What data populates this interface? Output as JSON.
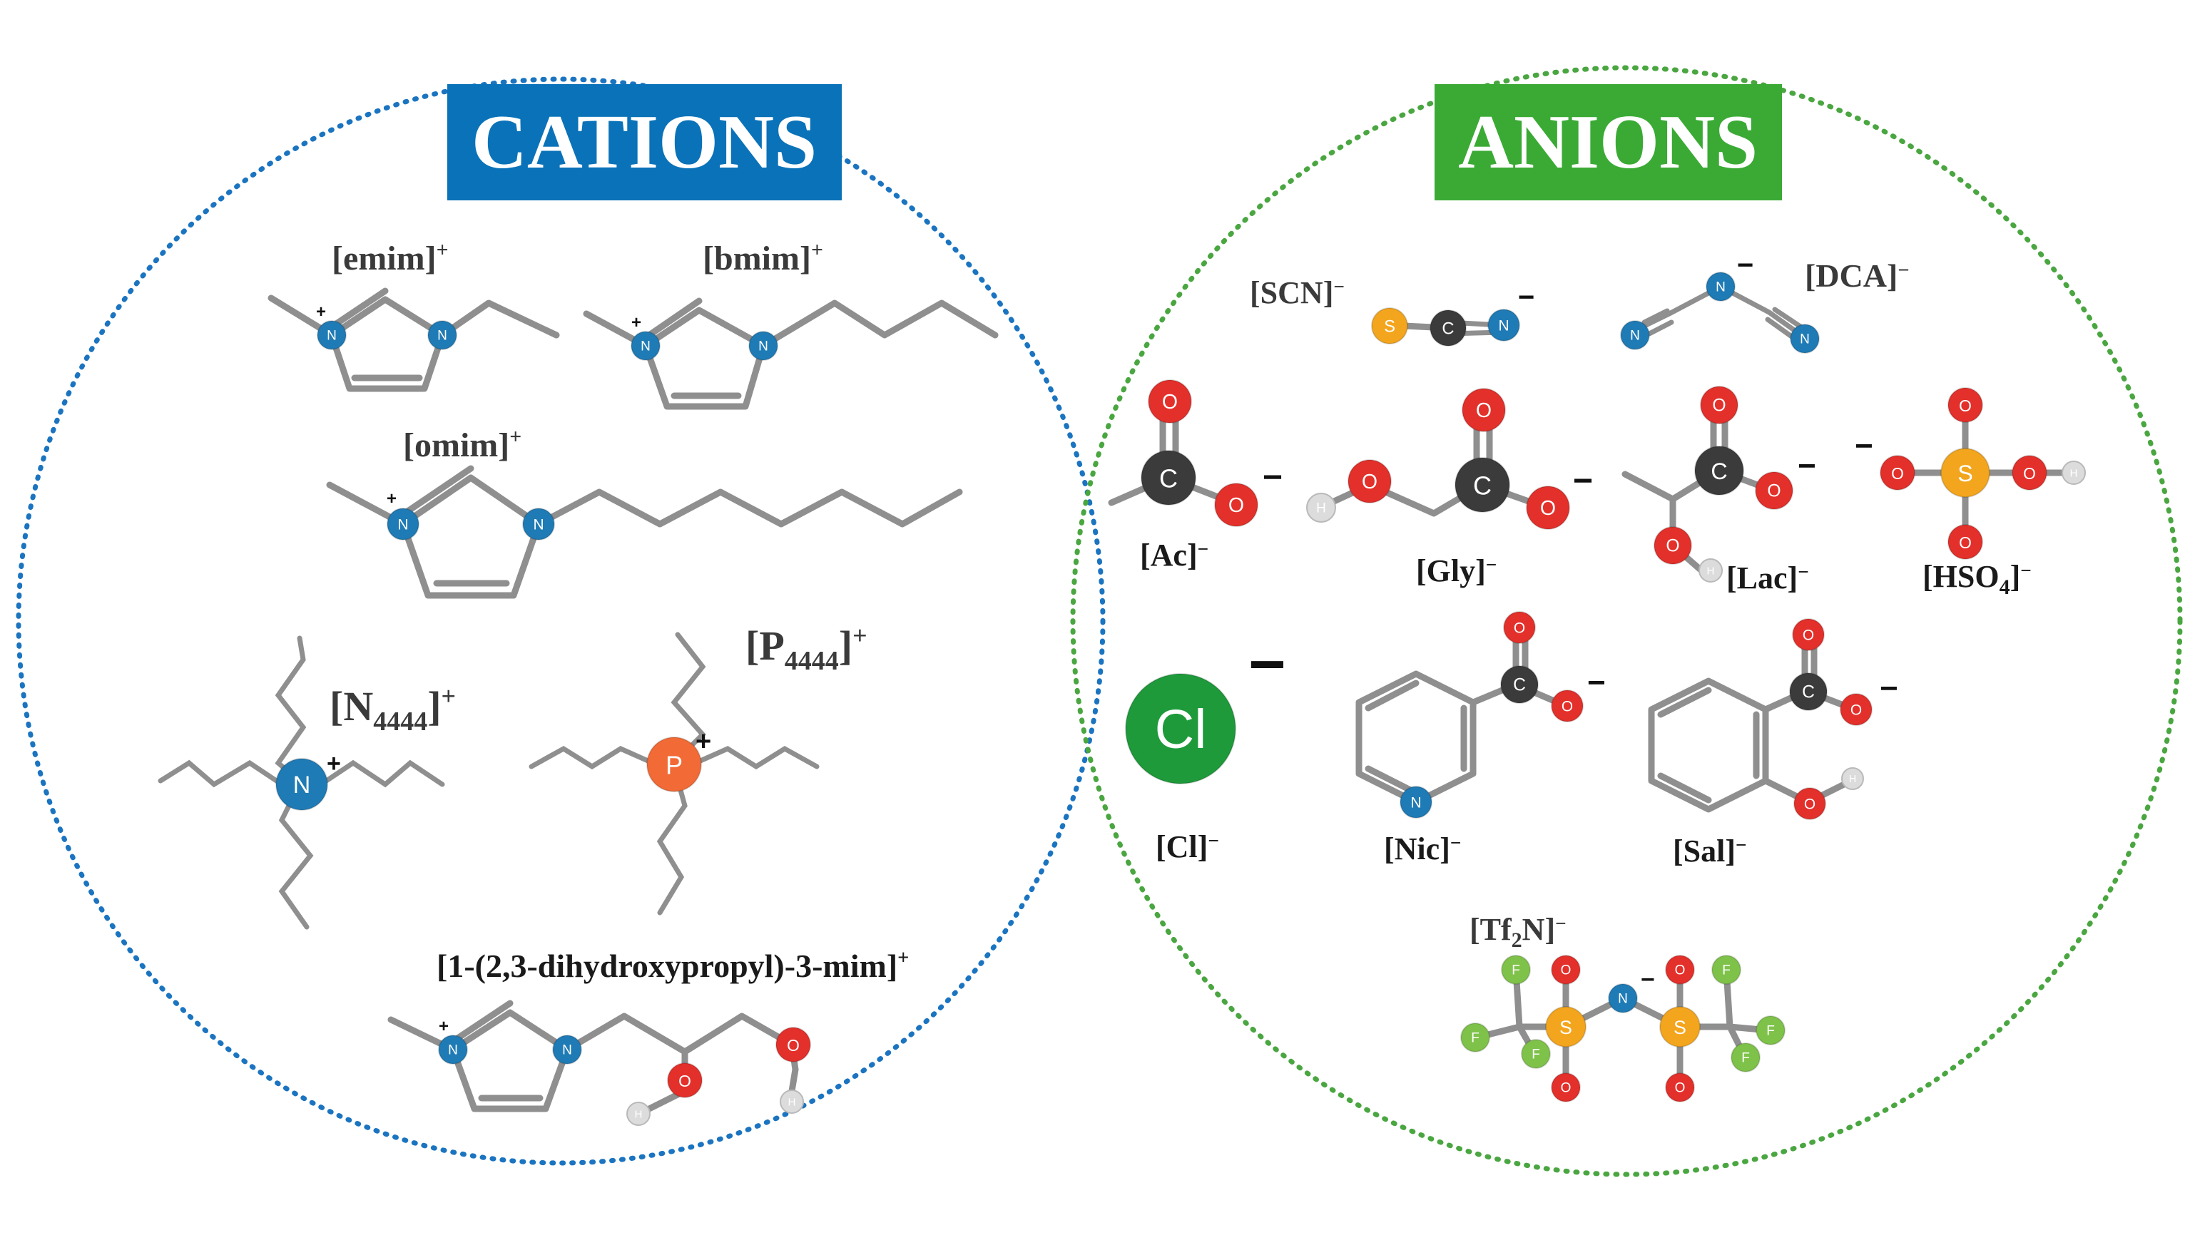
{
  "headers": {
    "cations": {
      "text": "CATIONS",
      "color": "#0a72b8"
    },
    "anions": {
      "text": "ANIONS",
      "color": "#3aaa35"
    }
  },
  "circles": {
    "cations_border_color": "#1b74c0",
    "anions_border_color": "#4aa640",
    "style": "dotted"
  },
  "atom_colors": {
    "N": "#1f7bb5",
    "O": "#e3302b",
    "C": "#3b3b3b",
    "S": "#f3a51d",
    "P": "#f26a35",
    "H": "#dcdcdc",
    "F": "#7fc24a",
    "Cl": "#1e9a3b"
  },
  "cations": {
    "emim": {
      "name": "emim",
      "charge": "+"
    },
    "bmim": {
      "name": "bmim",
      "charge": "+"
    },
    "omim": {
      "name": "omim",
      "charge": "+"
    },
    "n4444": {
      "name": "N",
      "subscript": "4444",
      "charge": "+"
    },
    "p4444": {
      "name": "P",
      "subscript": "4444",
      "charge": "+"
    },
    "dhp": {
      "name": "1-(2,3-dihydroxypropyl)-3-mim",
      "charge": "+"
    }
  },
  "anions": {
    "scn": {
      "name": "SCN",
      "charge": "−"
    },
    "dca": {
      "name": "DCA",
      "charge": "−"
    },
    "ac": {
      "name": "Ac",
      "charge": "−"
    },
    "gly": {
      "name": "Gly",
      "charge": "−"
    },
    "lac": {
      "name": "Lac",
      "charge": "−"
    },
    "hso4": {
      "name": "HSO",
      "subscript": "4",
      "charge": "−"
    },
    "cl": {
      "name": "Cl",
      "charge": "−"
    },
    "nic": {
      "name": "Nic",
      "charge": "−"
    },
    "sal": {
      "name": "Sal",
      "charge": "−"
    },
    "tf2n": {
      "name": "Tf",
      "subscript": "2",
      "name2": "N",
      "charge": "−"
    }
  },
  "atom_symbols": {
    "N": "N",
    "O": "O",
    "C": "C",
    "S": "S",
    "P": "P",
    "H": "H",
    "F": "F",
    "Cl": "Cl"
  },
  "structure_charges": {
    "plus": "+",
    "minus": "−"
  }
}
